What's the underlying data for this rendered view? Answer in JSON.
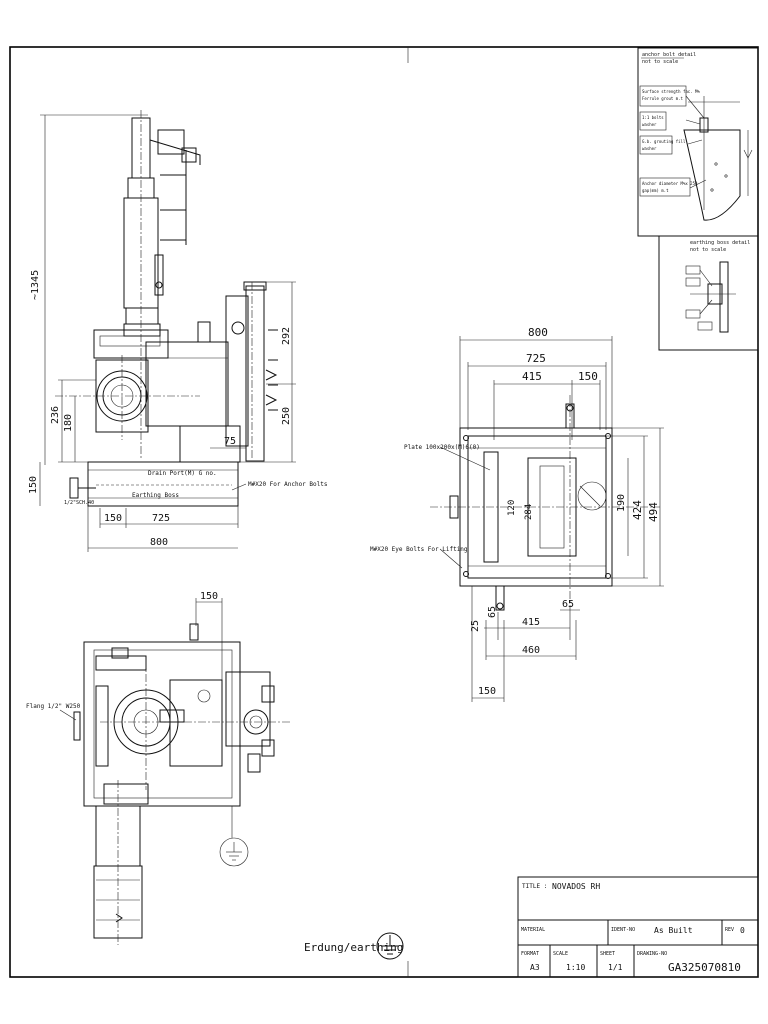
{
  "title_block": {
    "title_label": "TITLE :",
    "title_value": "NOVADOS RH",
    "material_label": "MATERIAL",
    "ident_label": "IDENT-NO",
    "ident_value": "As Built",
    "rev_label": "REV",
    "rev_value": "0",
    "format_label": "FORMAT",
    "format_value": "A3",
    "scale_label": "SCALE",
    "scale_value": "1:10",
    "sheet_label": "SHEET",
    "sheet_value": "1/1",
    "drawing_label": "DRAWING-NO",
    "drawing_value": "GA325070810"
  },
  "earthing_label": "Erdung/earthing",
  "side_view": {
    "dim_total_height": "~1345",
    "dim_236": "236",
    "dim_180": "180",
    "dim_150": "150",
    "dim_292": "292",
    "dim_250": "250",
    "dim_75": "75",
    "dim_150_bottom": "150",
    "dim_725": "725",
    "dim_800": "800",
    "drain_note": "Drain Port(M) G no.",
    "earthing_boss": "Earthing Boss",
    "anchor_note": "M#X20 For Anchor Bolts",
    "pump_note": "1/2\"SCH.40"
  },
  "top_view": {
    "dim_800": "800",
    "dim_725": "725",
    "dim_415_top": "415",
    "dim_150_top": "150",
    "dim_120": "120",
    "dim_284": "284",
    "dim_190": "190",
    "dim_424": "424",
    "dim_494": "494",
    "dim_65_right": "65",
    "dim_65_left": "65",
    "dim_25": "25",
    "dim_415_bottom": "415",
    "dim_460": "460",
    "dim_150_bottom": "150",
    "plate_note": "Plate 100x200x(M)6(0)",
    "eye_note": "M#X20 Eye Bolts For Lifting"
  },
  "plan_view": {
    "dim_150": "150",
    "flange_note": "Flang 1/2\" W250"
  },
  "detail_anchor": {
    "title": "anchor bolt detail",
    "subtitle": "not to scale",
    "note_1": "Surface strength fac. M%",
    "note_1b": "Ferrule grout m.t",
    "note_2": "1:1 bolts",
    "note_2b": "washer",
    "note_3": "G.b. grouting fill",
    "note_3b": "washer",
    "note_4": "Anchor diameter M%x 250",
    "note_4b": "gap(mm) m.t"
  },
  "detail_earthing": {
    "title": "earthing boss detail",
    "subtitle": "not to scale"
  }
}
